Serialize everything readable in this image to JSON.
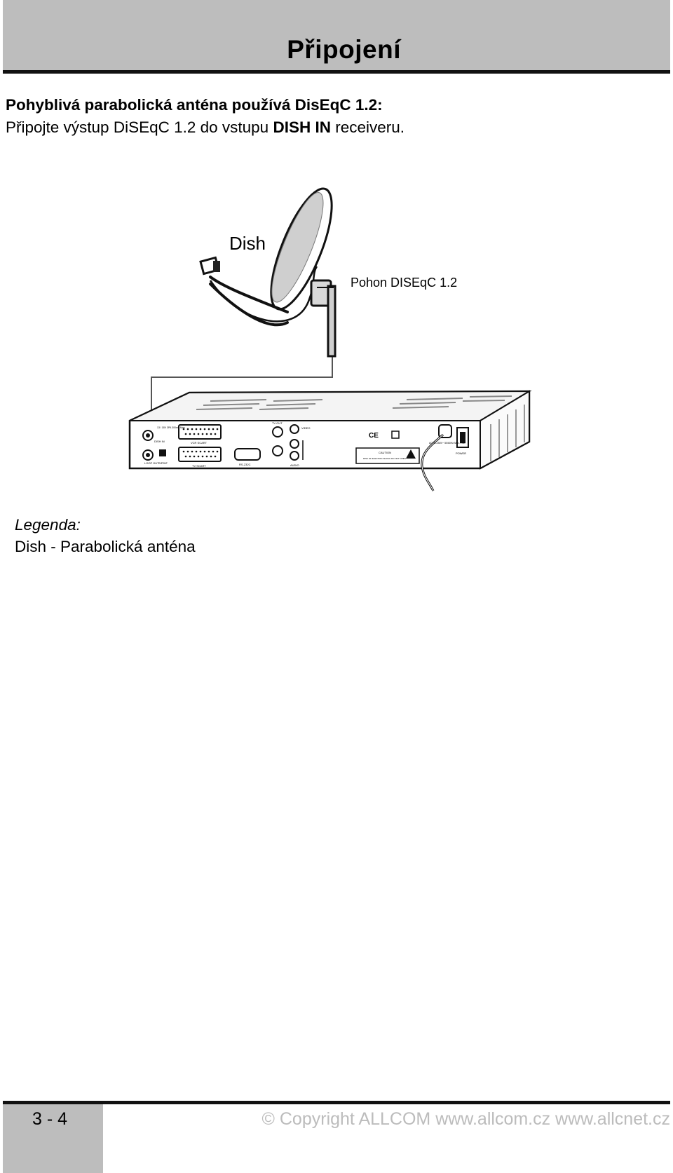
{
  "header": {
    "title": "Připojení"
  },
  "intro": {
    "line1": "Pohyblivá parabolická anténa používá DisEqC 1.2:",
    "line2_before": "Připojte výstup DiSEqC 1.2 do vstupu ",
    "line2_bold": "DISH IN",
    "line2_after": " receiveru."
  },
  "figure": {
    "dish_label": "Dish",
    "motor_label": "Pohon DISEqC 1.2",
    "panel_labels": {
      "dish_in": "DISH IN",
      "power_spec": "13 / 18V 3PA 300mA Max",
      "loop_out": "LOOP OUT",
      "spdif": "S/PDIF",
      "vcr_scart": "VCR SCART",
      "tv_scart": "TV SCART",
      "rs232": "RS-232C",
      "tv_out": "TV OUT",
      "video": "VIDEO",
      "audio": "AUDIO",
      "caution": "CAUTION",
      "risk_shock": "RISK OF ELECTRIC SHOCK DO NOT OPEN",
      "ac_input": "AC 90-250V~ 50/60Hz Max. 25W",
      "power": "POWER"
    }
  },
  "legend": {
    "title": "Legenda:",
    "item": "Dish - Parabolická anténa"
  },
  "footer": {
    "page_number": "3 - 4",
    "copyright": "© Copyright ALLCOM  www.allcom.cz  www.allcnet.cz"
  }
}
